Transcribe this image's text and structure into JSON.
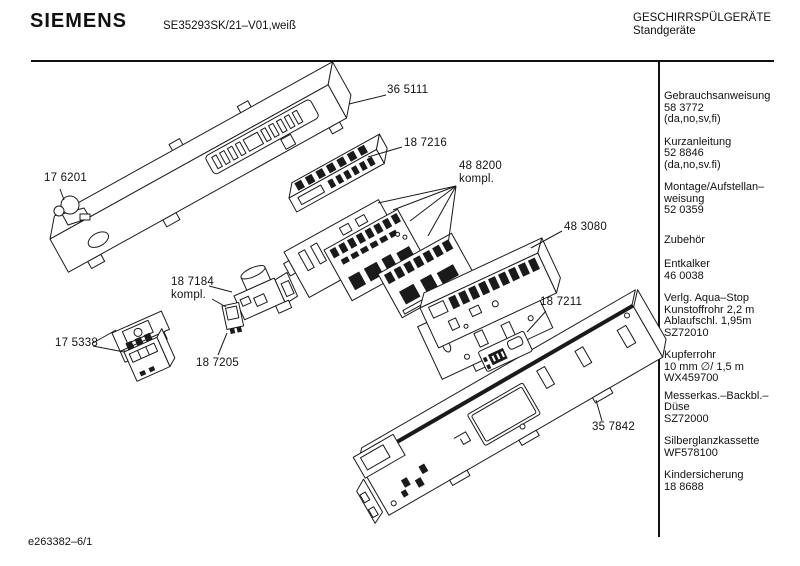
{
  "header": {
    "brand": "SIEMENS",
    "model": "SE35293SK/21–V01,weiß",
    "category": "GESCHIRRSPÜLGERÄTE\nStandgeräte"
  },
  "sidebar": {
    "groups": [
      {
        "lines": [
          "Gebrauchsanweisung",
          "58 3772",
          "(da,no,sv,fi)"
        ]
      },
      {
        "lines": [
          "Kurzanleitung",
          "52 8846",
          "(da,no,sv.fi)"
        ]
      },
      {
        "lines": [
          "Montage/Aufstellan–",
          "weisung",
          "52 0359"
        ]
      },
      {
        "lines": [
          "Zubehör"
        ]
      },
      {
        "lines": [
          "Entkalker",
          "46 0038"
        ]
      },
      {
        "lines": [
          "Verlg. Aqua–Stop",
          "Kunstoffrohr 2,2 m",
          "Ablaufschl. 1,95m",
          "SZ72010"
        ]
      },
      {
        "lines": [
          "Kupferrohr",
          "10 mm ∅/ 1,5 m",
          "WX459700"
        ]
      },
      {
        "lines": [
          "Messerkas.–Backbl.–",
          "Düse",
          "SZ72000"
        ]
      },
      {
        "lines": [
          "Silberglanzkassette",
          "WF578100"
        ]
      },
      {
        "lines": [
          "Kindersicherung",
          "18 8688"
        ]
      }
    ]
  },
  "diagram": {
    "labels": {
      "p365111": "36 5111",
      "p176201": "17 6201",
      "p187216": "18 7216",
      "p488200": "48 8200\nkompl.",
      "p483080": "48 3080",
      "p187184": "18 7184\nkompl.",
      "p175338": "17 5338",
      "p187205": "18 7205",
      "p187211": "18 7211",
      "p357842": "35 7842"
    }
  },
  "footer": {
    "doc_number": "e263382–6/1"
  },
  "colors": {
    "ink": "#111111",
    "paper": "#ffffff"
  }
}
